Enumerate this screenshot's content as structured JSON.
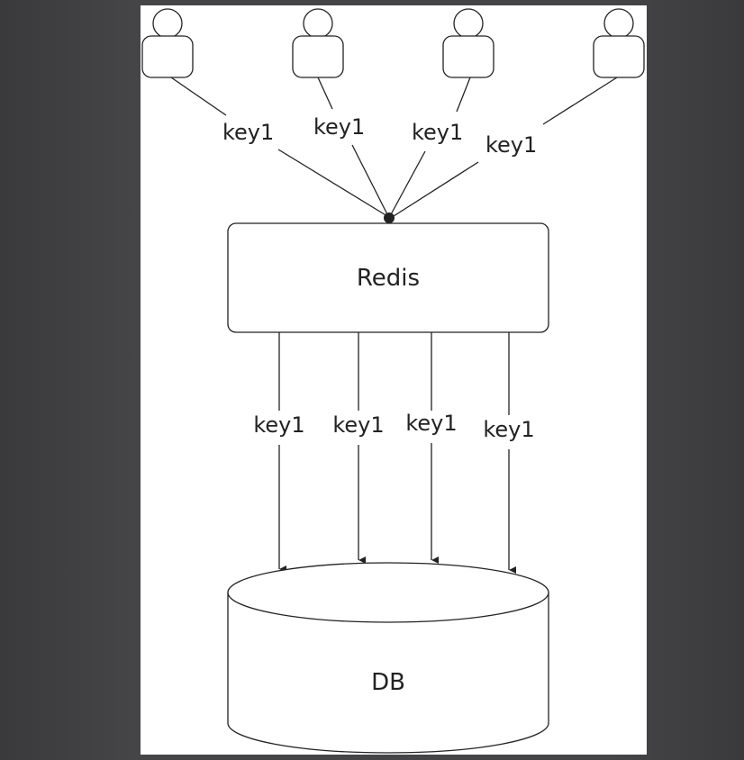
{
  "users": [
    {
      "label": "key1"
    },
    {
      "label": "key1"
    },
    {
      "label": "key1"
    },
    {
      "label": "key1"
    }
  ],
  "cache": {
    "label": "Redis"
  },
  "db_requests": [
    {
      "label": "key1"
    },
    {
      "label": "key1"
    },
    {
      "label": "key1"
    },
    {
      "label": "key1"
    }
  ],
  "database": {
    "label": "DB"
  },
  "colors": {
    "background": "#454547",
    "canvas": "#ffffff",
    "stroke": "#222222"
  }
}
